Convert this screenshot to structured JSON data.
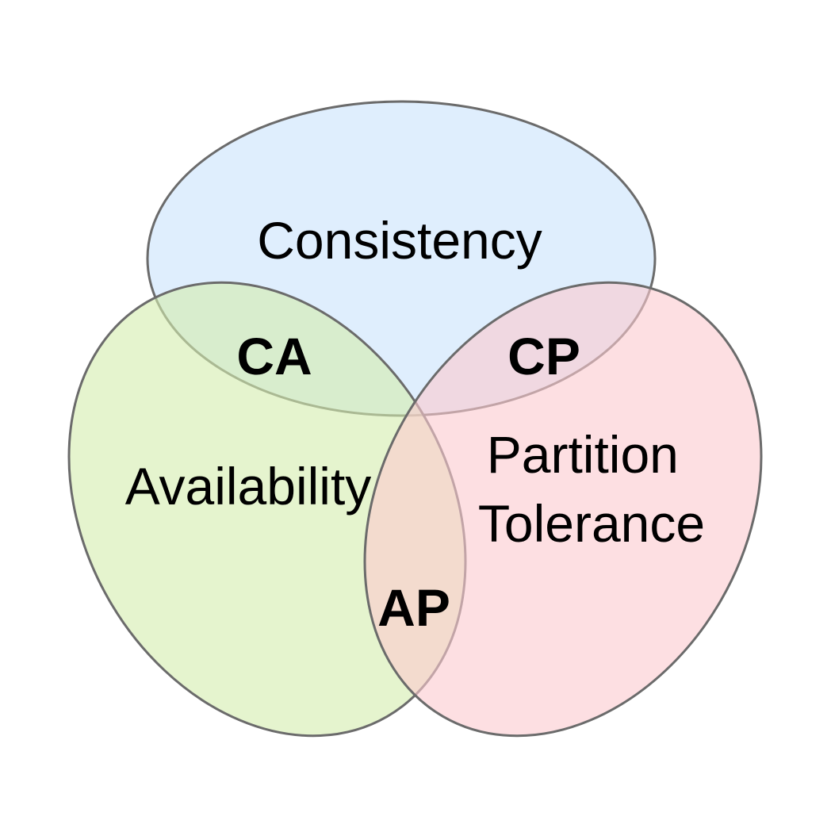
{
  "diagram": {
    "sets": [
      {
        "id": "consistency",
        "label": "Consistency",
        "color": "#c9e2fb"
      },
      {
        "id": "availability",
        "label": "Availability",
        "color": "#d4ecae"
      },
      {
        "id": "partition",
        "label_lines": [
          "Partition",
          "Tolerance"
        ],
        "color": "#fbcace"
      }
    ],
    "regions": [
      {
        "id": "ca",
        "label": "CA"
      },
      {
        "id": "cp",
        "label": "CP"
      },
      {
        "id": "ap",
        "label": "AP"
      }
    ]
  }
}
